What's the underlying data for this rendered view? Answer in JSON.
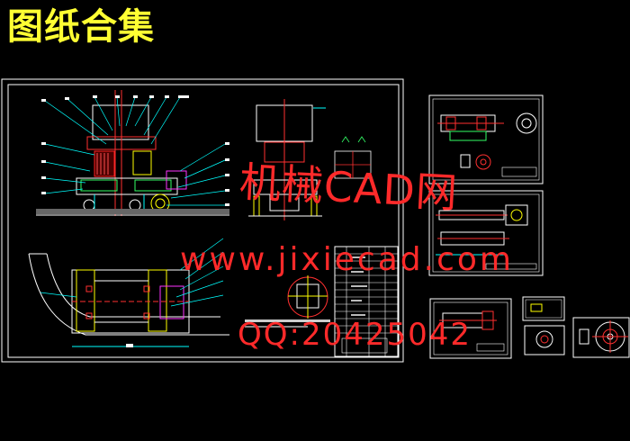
{
  "header": {
    "title": "图纸合集"
  },
  "watermarks": {
    "brand": "机械CAD网",
    "website": "www.jixiecad.com",
    "contact": "QQ:20425042"
  },
  "colors": {
    "background": "#000000",
    "title": "#ffff33",
    "watermark": "#ff2a2a",
    "line": "#ffffff",
    "accent_red": "#ff2020",
    "accent_cyan": "#00ffff",
    "accent_green": "#33ff66",
    "accent_yellow": "#ffff00",
    "accent_magenta": "#ff33ff"
  }
}
